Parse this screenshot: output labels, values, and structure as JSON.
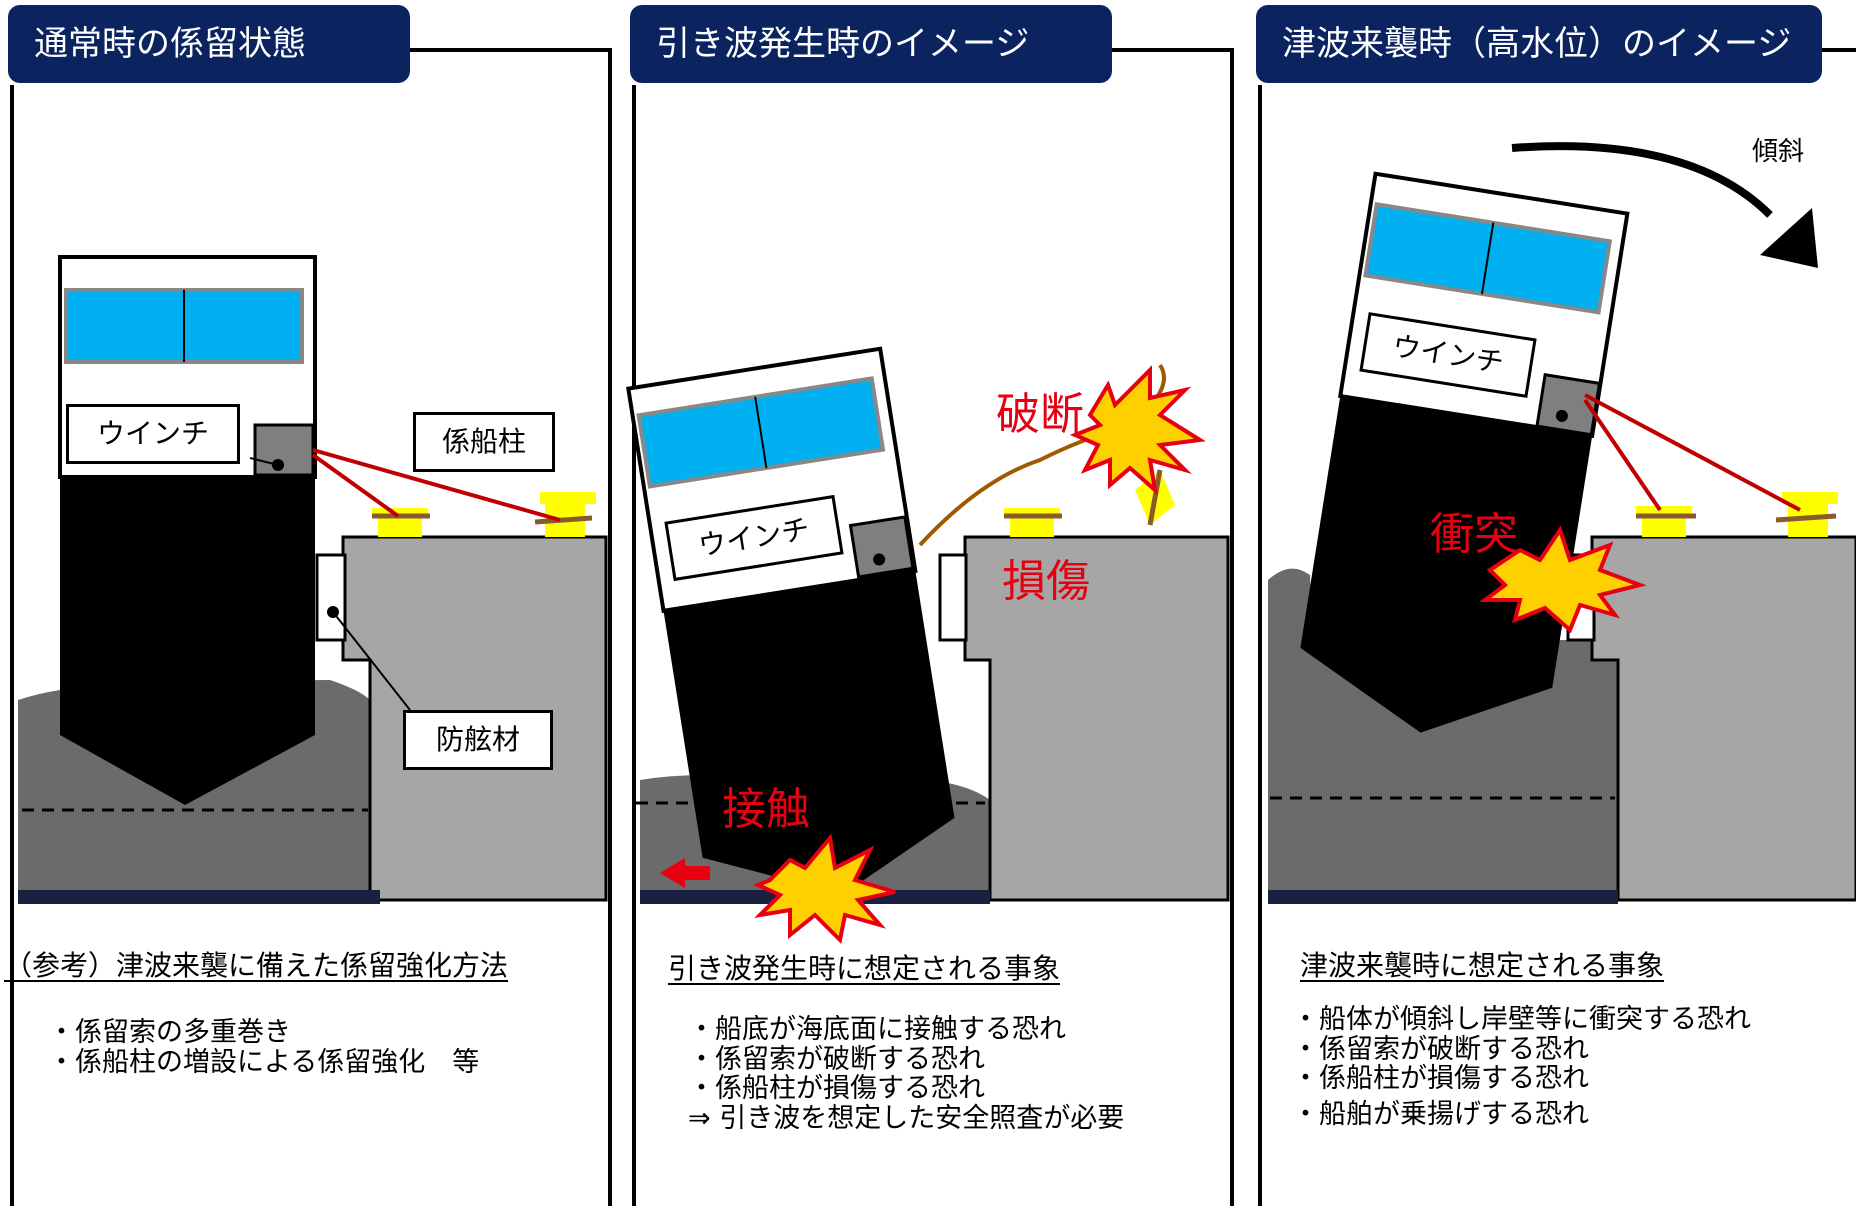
{
  "panels": [
    {
      "title": "通常時の係留状態",
      "winch_label": "ウインチ",
      "bollard_label": "係船柱",
      "fender_label": "防舷材",
      "notes_heading": "（参考）津波来襲に備えた係留強化方法",
      "notes": [
        "・係留索の多重巻き",
        "・係船柱の増設による係留強化　等"
      ]
    },
    {
      "title": "引き波発生時のイメージ",
      "winch_label": "ウインチ",
      "break_label": "破断",
      "damage_label": "損傷",
      "contact_label": "接触",
      "notes_heading": "引き波発生時に想定される事象",
      "notes": [
        "・船底が海底面に接触する恐れ",
        "・係留索が破断する恐れ",
        "・係船柱が損傷する恐れ",
        "⇒ 引き波を想定した安全照査が必要"
      ]
    },
    {
      "title": "津波来襲時（高水位）のイメージ",
      "winch_label": "ウインチ",
      "tilt_label": "傾斜",
      "collision_label": "衝突",
      "notes_heading": "津波来襲時に想定される事象",
      "notes": [
        "・船体が傾斜し岸壁等に衝突する恐れ",
        "・係留索が破断する恐れ",
        "・係船柱が損傷する恐れ",
        "・船舶が乗揚げする恐れ"
      ]
    }
  ],
  "colors": {
    "title_bg": "#0b2460",
    "hull": "#000000",
    "window": "#00b0f0",
    "quay": "#a6a6a6",
    "seabed": "#6b6b6b",
    "rope": "#c00000",
    "bollard": "#ffff00",
    "alert_text": "#e60012",
    "burst": "#ffd000"
  }
}
